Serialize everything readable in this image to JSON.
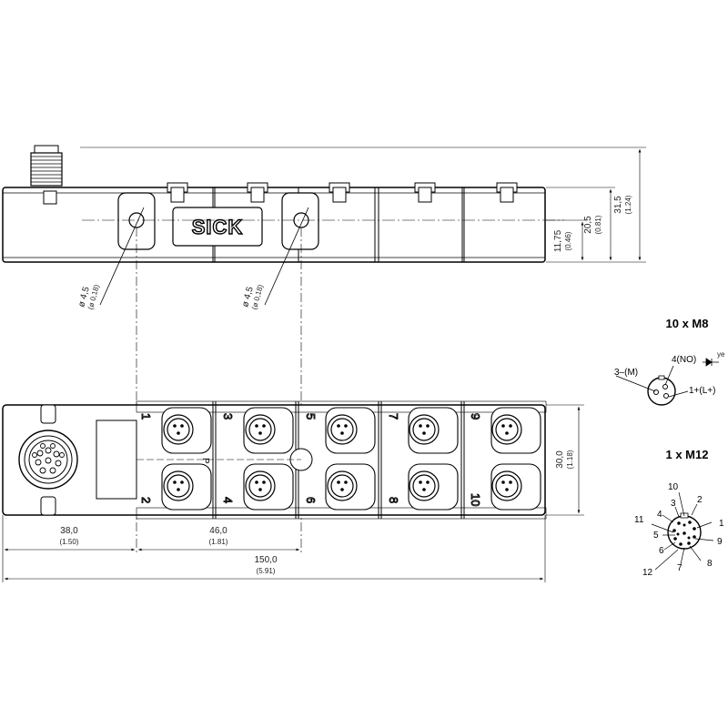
{
  "logo": "SICK",
  "dims": {
    "hole_left": "ø 4,5",
    "hole_left_in": "(ø 0,18)",
    "hole_right": "ø 4,5",
    "hole_right_in": "(ø 0,18)",
    "d_11_75": "11,75",
    "d_11_75_in": "(0.46)",
    "d_20_5": "20,5",
    "d_20_5_in": "(0.81)",
    "d_31_5": "31,5",
    "d_31_5_in": "(1.24)",
    "d_30": "30,0",
    "d_30_in": "(1.18)",
    "d_38": "38,0",
    "d_38_in": "(1.50)",
    "d_46": "46,0",
    "d_46_in": "(1.81)",
    "d_150": "150,0",
    "d_150_in": "(5.91)"
  },
  "ports": {
    "top": [
      "1",
      "3",
      "5",
      "7",
      "9"
    ],
    "bottom": [
      "2",
      "4",
      "6",
      "8",
      "10"
    ],
    "p_label": "P"
  },
  "m8": {
    "title": "10 x M8",
    "pin3": "3–(M)",
    "pin4": "4(NO)",
    "pin1": "1+(L+)",
    "led": "ye"
  },
  "m12": {
    "title": "1 x M12",
    "pins": [
      "1",
      "2",
      "3",
      "4",
      "5",
      "6",
      "7",
      "8",
      "9",
      "10",
      "11",
      "12"
    ]
  }
}
